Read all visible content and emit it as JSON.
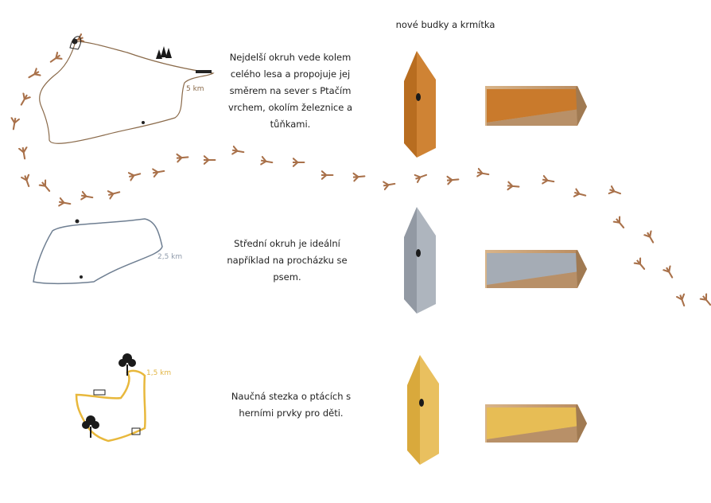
{
  "header": {
    "title": "nové budky a krmítka"
  },
  "routes": [
    {
      "id": "long",
      "distance": "5 km",
      "color": "#8a6a4a",
      "description_lines": [
        "Nejdelší okruh vede kolem",
        "celého lesa a propojuje jej",
        "směrem na sever s Ptačím",
        "vrchem, okolím železnice a",
        "tůňkami."
      ]
    },
    {
      "id": "medium",
      "distance": "2,5 km",
      "color": "#6f7f92",
      "description_lines": [
        "Střední okruh je ideální",
        "například na procházku se",
        "psem."
      ]
    },
    {
      "id": "short",
      "distance": "1,5 km",
      "color": "#e8b83c",
      "description_lines": [
        "Naučná stezka o ptácích s",
        "herními prvky pro děti."
      ]
    }
  ],
  "colors": {
    "footprint": "#a9714a",
    "birdhouse_orange": "#c97a2c",
    "birdhouse_gray": "#a5acb5",
    "birdhouse_yellow": "#e7bd55",
    "wood": "#c9a27a"
  }
}
